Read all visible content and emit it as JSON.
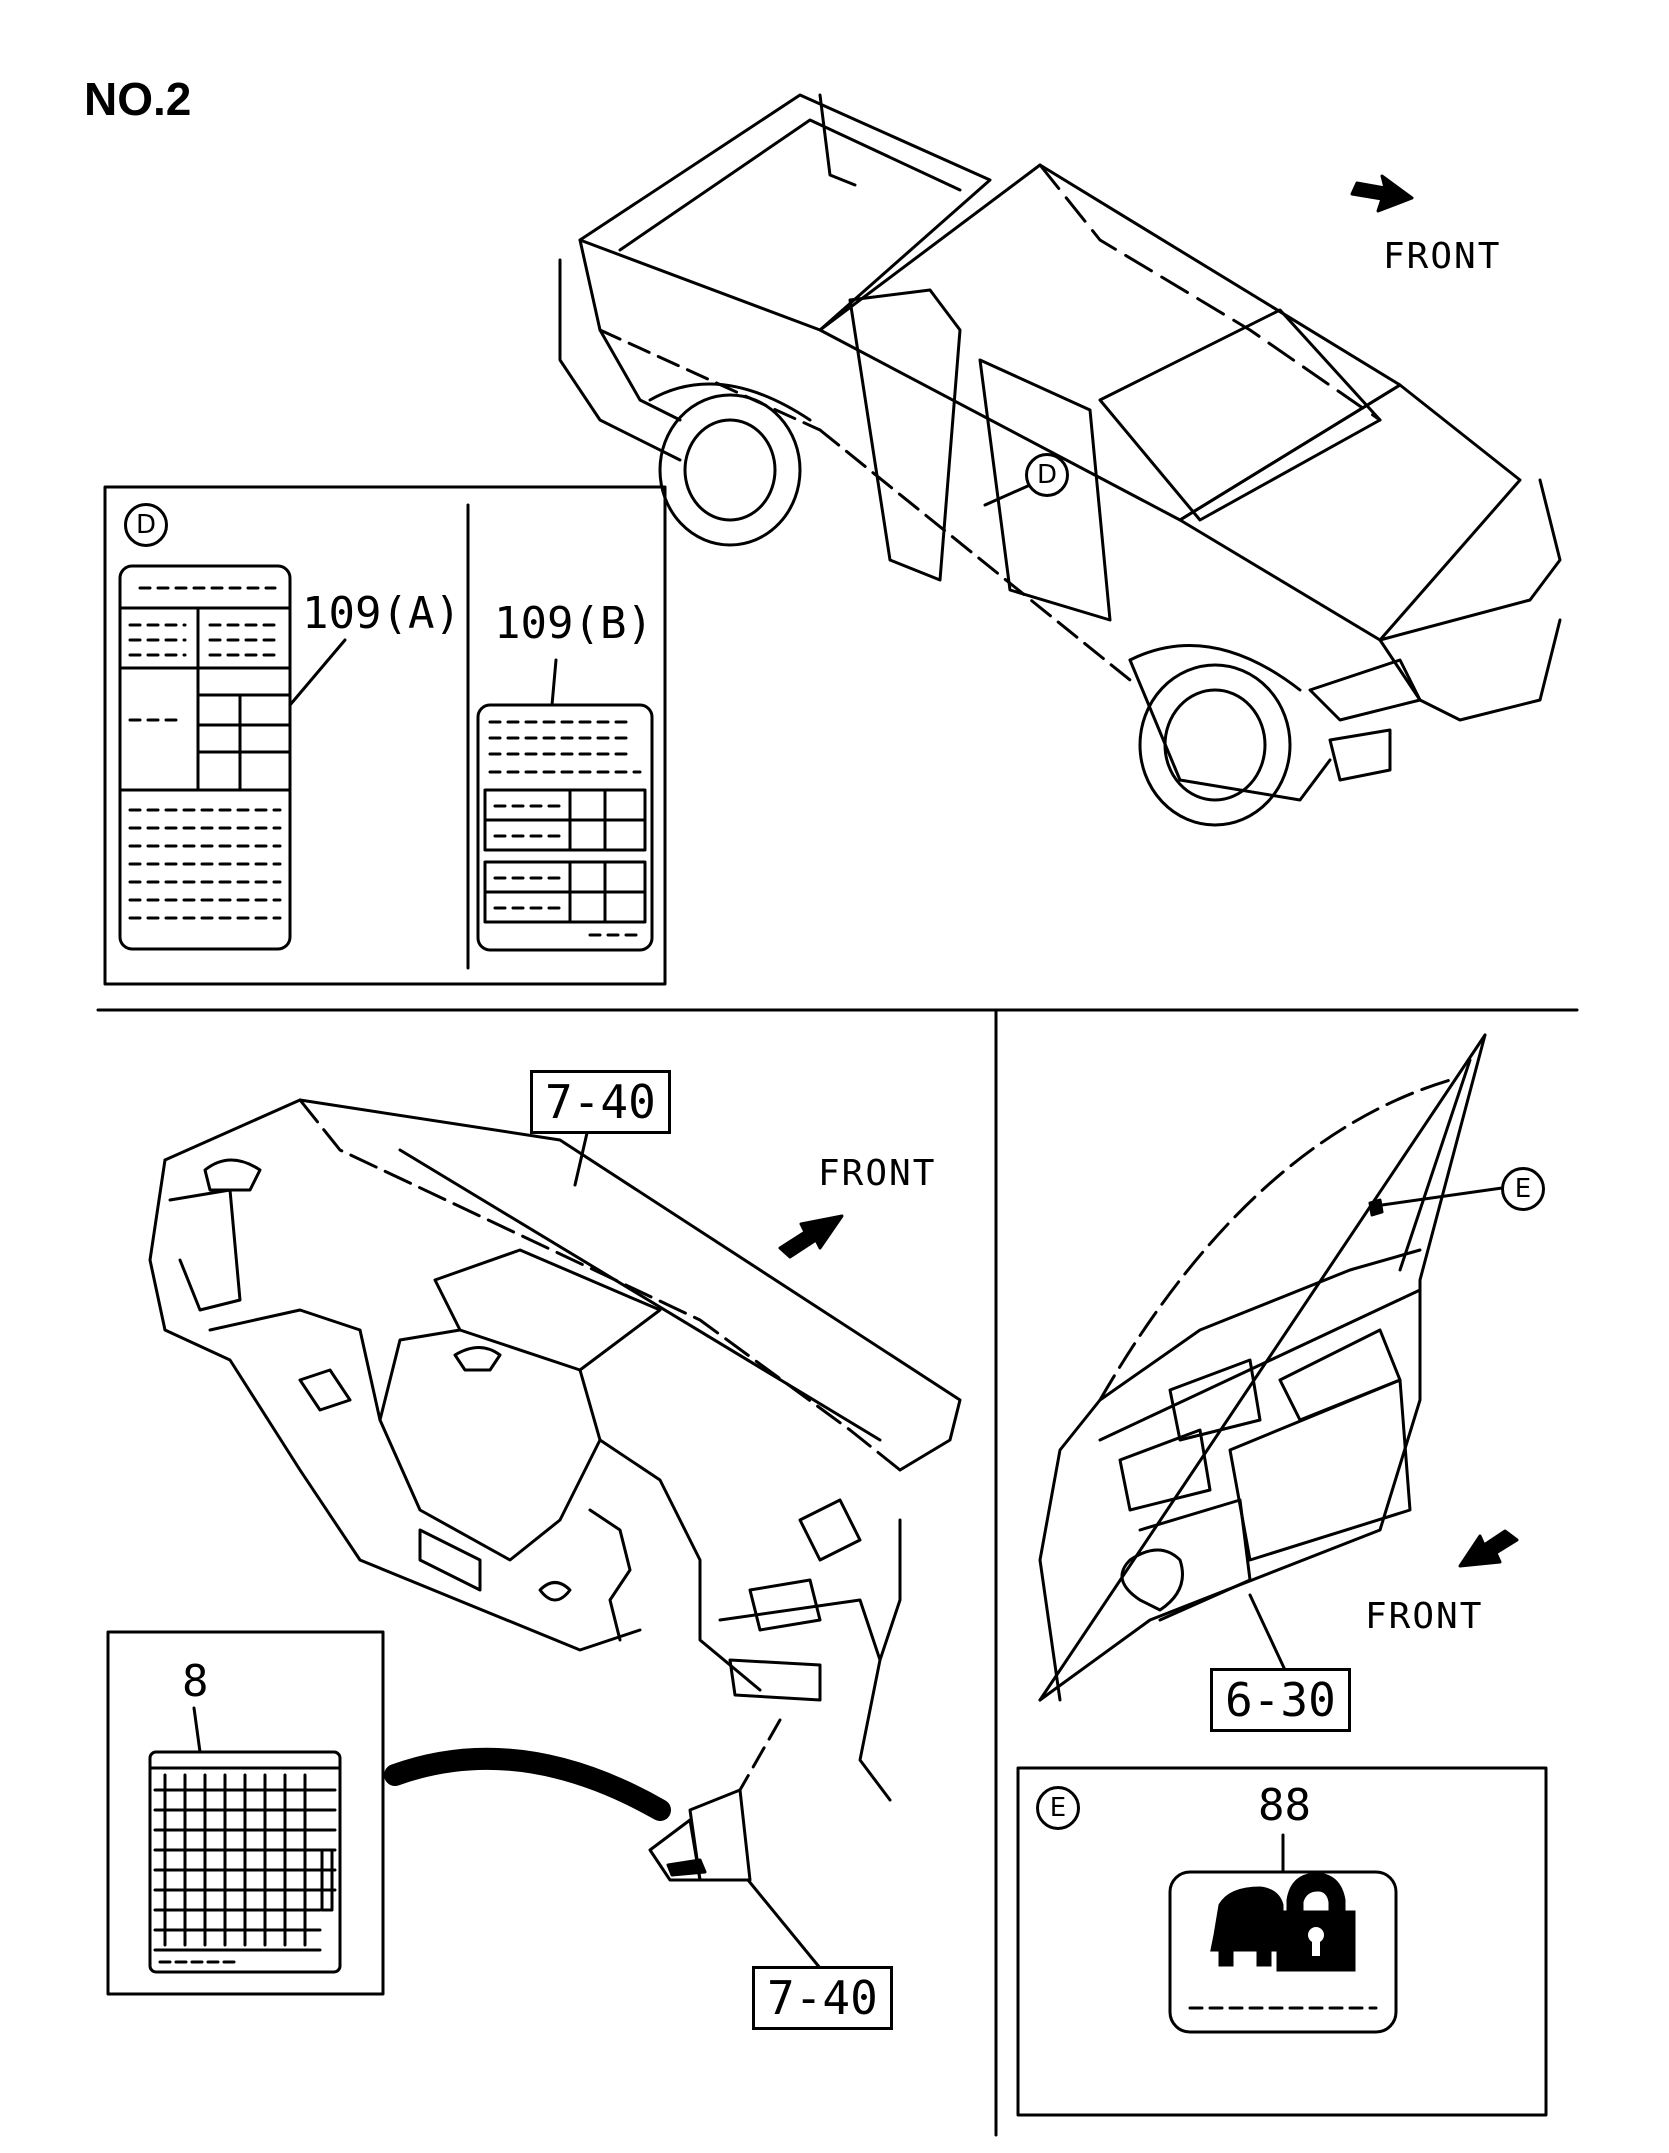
{
  "page_label": "NO.2",
  "front_label": "FRONT",
  "callouts": {
    "d": "D",
    "e": "E"
  },
  "parts": {
    "label_109a": "109(A)",
    "label_109b": "109(B)",
    "ref_7_40": "7-40",
    "ref_6_30": "6-30",
    "label_8": "8",
    "label_88": "88"
  },
  "colors": {
    "line": "#000000",
    "background": "#ffffff"
  },
  "icons": [
    "front-arrow-icon",
    "door-lock-icon"
  ]
}
